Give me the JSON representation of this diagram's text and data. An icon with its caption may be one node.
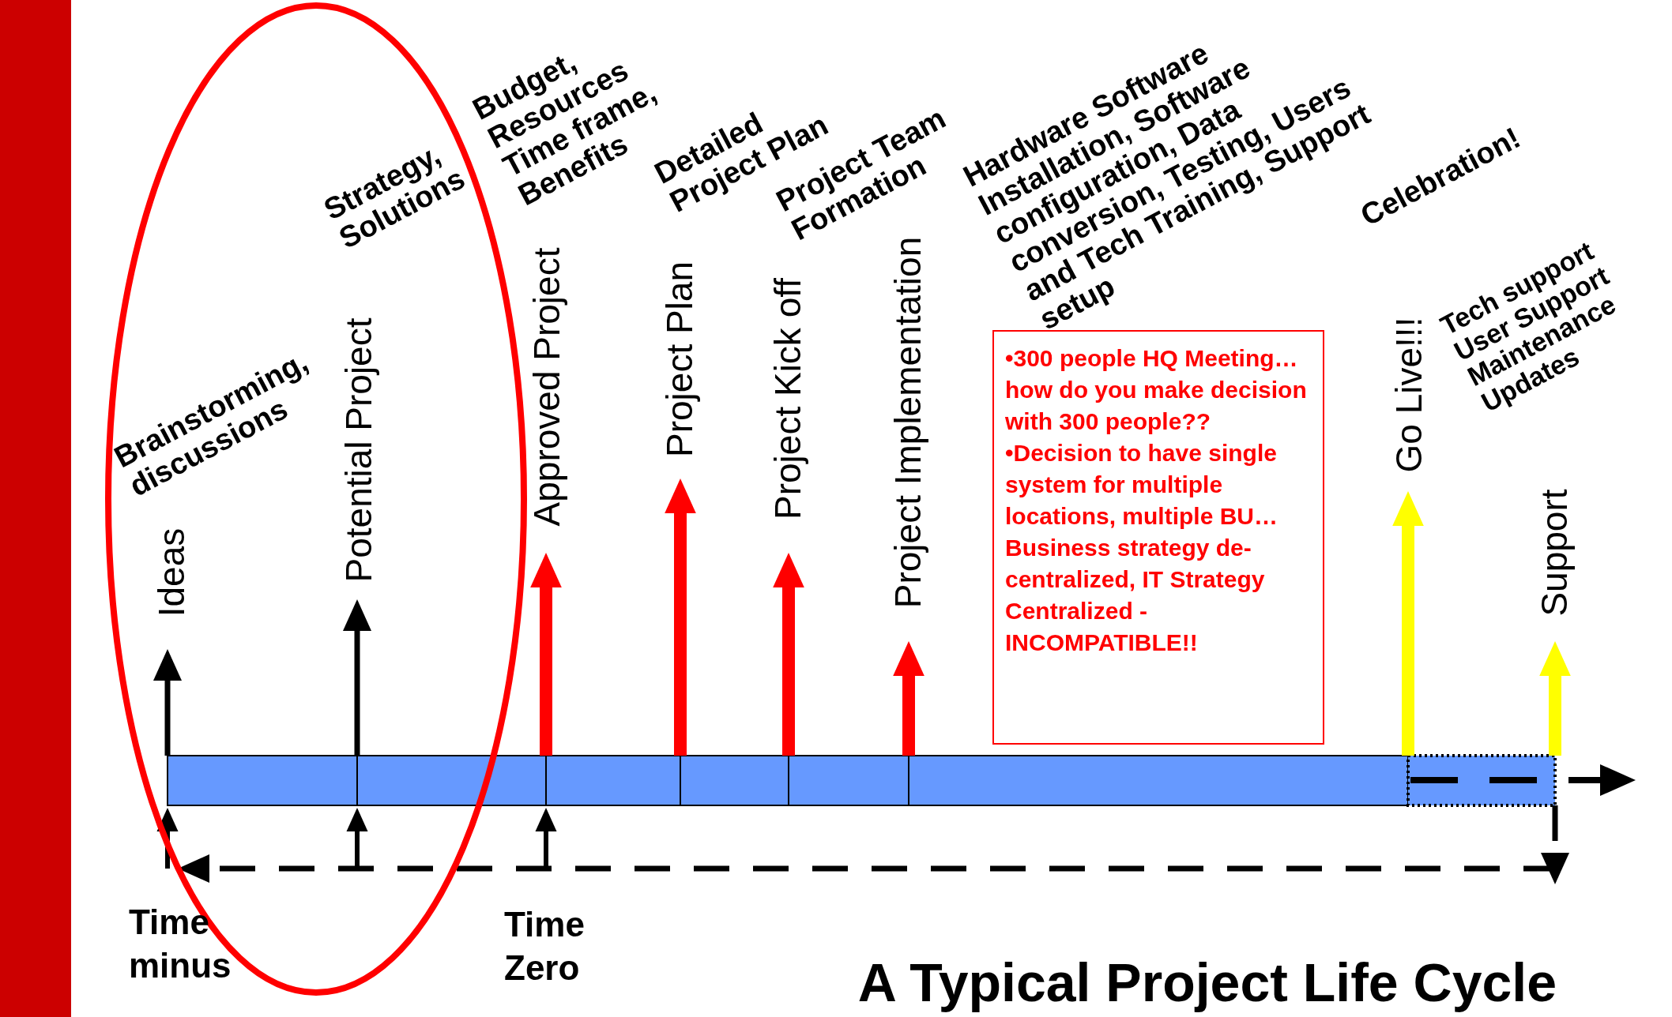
{
  "diagram": {
    "title": "A Typical Project Life Cycle",
    "nodes": [
      {
        "text": [
          "•300 people HQ Meeting… how do you make decision with 300 people??",
          "•Decision to have single system for multiple locations, multiple BU… Business strategy de-centralized, IT Strategy Centralized - INCOMPATIBLE!!"
        ]
      },
      {
        "text": [],
        "shape": "bar"
      },
      {
        "text": [],
        "shape": "bar"
      },
      {
        "text": [],
        "shape": "bar"
      }
    ],
    "edges": [
      {
        "from": 2,
        "to": null,
        "arrow": "to"
      },
      {
        "from": 2,
        "to": null,
        "arrow": "to"
      },
      {
        "from": 2,
        "to": null,
        "arrow": "to",
        "style": "thick",
        "color": "#ff0000"
      },
      {
        "from": 2,
        "to": null,
        "arrow": "to",
        "style": "thick",
        "color": "#ff0000"
      },
      {
        "from": 2,
        "to": null,
        "arrow": "to",
        "style": "thick",
        "color": "#ff0000"
      },
      {
        "from": 2,
        "to": null,
        "arrow": "to",
        "style": "thick",
        "color": "#ff0000"
      },
      {
        "from": 2,
        "to": null,
        "arrow": "to",
        "style": "thick",
        "color": "#ffff00"
      },
      {
        "from": 3,
        "to": null,
        "arrow": "to",
        "style": "thick",
        "color": "#ffff00"
      },
      {
        "from": null,
        "to": 2,
        "arrow": "to"
      },
      {
        "from": null,
        "to": 2,
        "arrow": "to"
      },
      {
        "from": null,
        "to": 2,
        "arrow": "to"
      },
      {
        "from": 3,
        "to": null,
        "arrow": "to",
        "style": "dashed"
      }
    ],
    "labels": [
      "Ideas",
      "Brainstorming, discussions",
      "Potential Project",
      "Strategy, Solutions",
      "Approved Project",
      "Budget, Resources Time frame, Benefits",
      "Project Plan",
      "Detailed Project Plan",
      "Project Kick off",
      "Project Team Formation",
      "Project Implementation",
      "Hardware Software Installation, Software configuration, Data conversion, Testing, Users and Tech Training, Support setup",
      "Go Live!!!",
      "Celebration!",
      "Support",
      "Tech support User Support Maintenance Updates",
      "Time minus",
      "Time Zero"
    ]
  }
}
